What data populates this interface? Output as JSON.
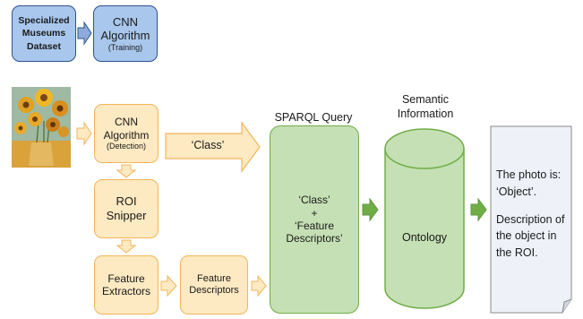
{
  "top": {
    "dataset": "Specialized Museums Dataset",
    "cnn_training_title": "CNN Algorithm",
    "cnn_training_sub": "(Training)"
  },
  "pipeline": {
    "cnn_detection_title": "CNN Algorithm",
    "cnn_detection_sub": "(Detection)",
    "roi_snipper": "ROI Snipper",
    "feature_extractors": "Feature Extractors",
    "feature_descriptors": "Feature Descriptors",
    "class_arrow_label": "‘Class’"
  },
  "query": {
    "heading": "SPARQL Query",
    "line1": "‘Class’",
    "line2": "+",
    "line3": "‘Feature Descriptors’"
  },
  "semantic": {
    "heading": "Semantic Information",
    "ontology": "Ontology"
  },
  "output": {
    "line1": "The photo is:",
    "line2": "‘Object’.",
    "line3": "Description of the object in the ROI."
  },
  "colors": {
    "blue_fill": "#a9c7ec",
    "yellow_fill": "#fde9c2",
    "green_fill": "#c5e0b4",
    "document_fill": "#eef2f8"
  },
  "icons": {
    "painting": "sunflowers-painting-thumbnail"
  }
}
